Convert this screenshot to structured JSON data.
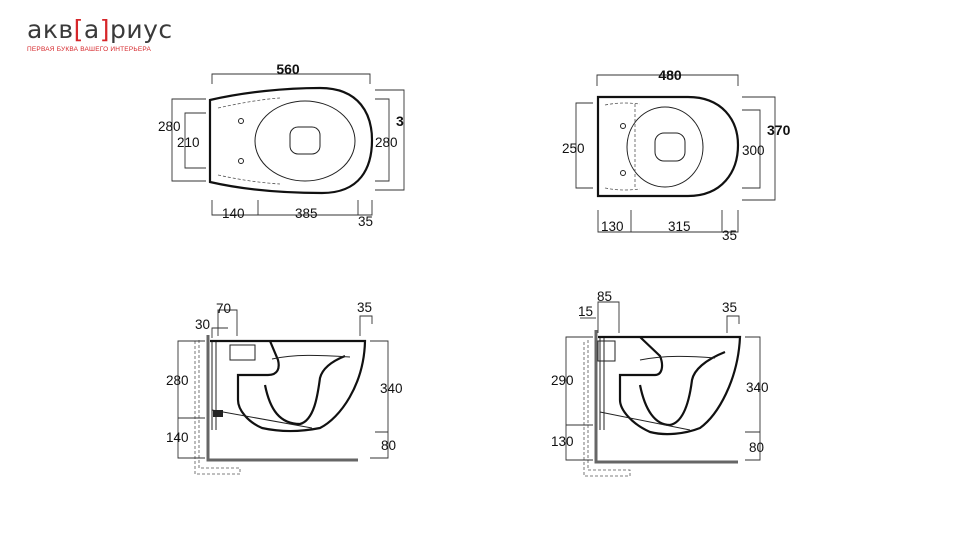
{
  "brand": {
    "logo_prefix": "акв",
    "logo_bracket_open": "[",
    "logo_bracket_letter": "а",
    "logo_bracket_close": "]",
    "logo_suffix": "риус",
    "tagline": "ПЕРВАЯ БУКВА ВАШЕГО ИНТЕРЬЕРА",
    "accent_color": "#d6262a",
    "text_color": "#3a3a3a"
  },
  "views": {
    "top_left": {
      "width": "560",
      "depth_partial": "3",
      "outer_height": "280",
      "inner_height": "210",
      "right_height": "280",
      "seg_a": "140",
      "seg_b": "385",
      "seg_c": "35"
    },
    "top_right": {
      "width": "480",
      "depth": "370",
      "left_height": "250",
      "right_height": "300",
      "seg_a": "130",
      "seg_b": "315",
      "seg_c": "35"
    },
    "side_left": {
      "top_a": "70",
      "top_b": "30",
      "top_right": "35",
      "height_a": "280",
      "height_b": "140",
      "right_height": "340",
      "floor_offset": "80"
    },
    "side_right": {
      "top_a": "85",
      "top_b": "15",
      "top_right": "35",
      "height_a": "290",
      "height_b": "130",
      "right_height": "340",
      "floor_offset": "80"
    }
  }
}
